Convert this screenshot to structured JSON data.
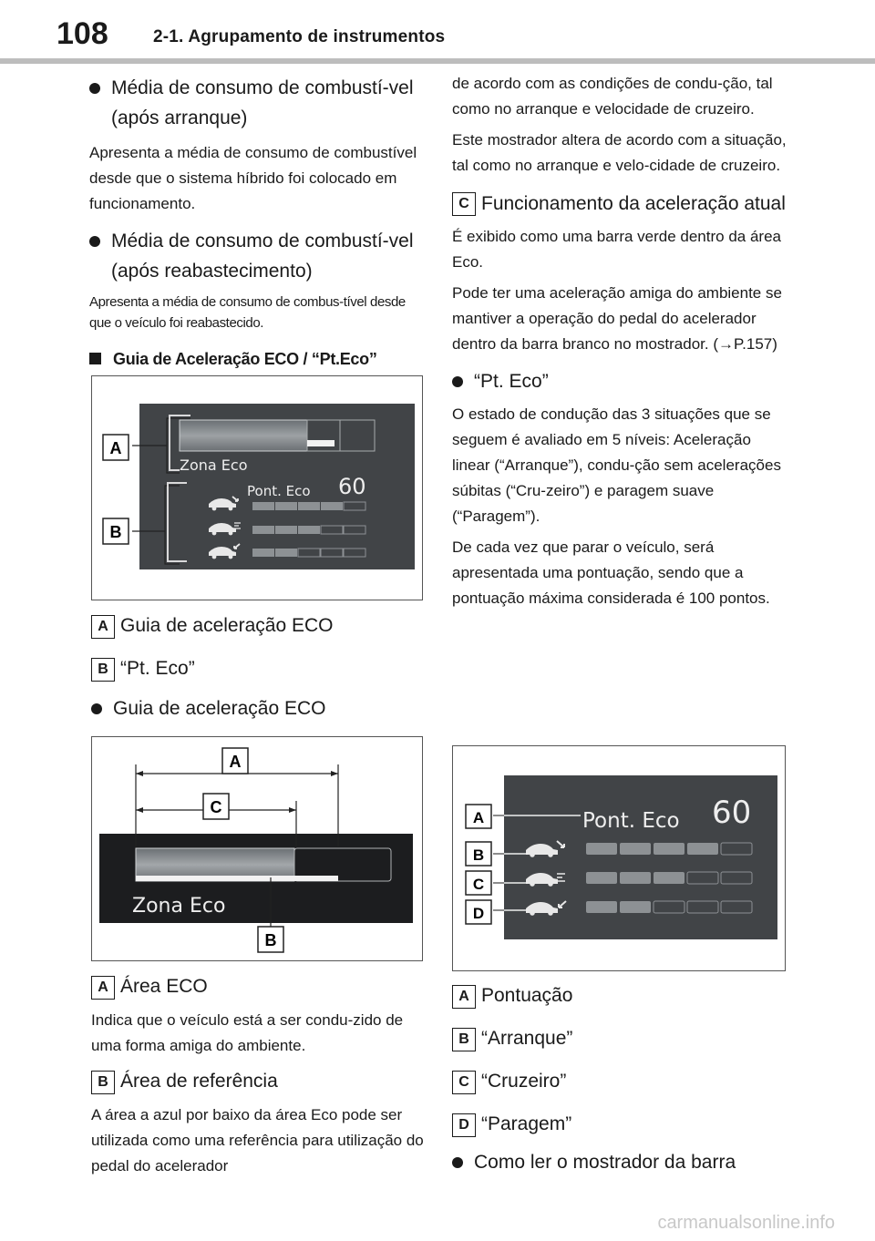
{
  "header": {
    "page_number": "108",
    "section": "2-1. Agrupamento de instrumentos"
  },
  "left": {
    "h1": "Média de consumo de combustí-vel (após arranque)",
    "p1": "Apresenta a média de consumo de combustível desde que o sistema híbrido foi colocado em funcionamento.",
    "h2": "Média de consumo de combustí-vel (após reabastecimento)",
    "p2": "Apresenta a média de consumo de combus-tível desde que o veículo foi reabastecido.",
    "h3": "Guia de Aceleração ECO / “Pt.Eco”",
    "fig1": {
      "zona": "Zona Eco",
      "pont": "Pont. Eco",
      "score": "60",
      "callout_a": "A",
      "callout_b": "B"
    },
    "legend1": [
      {
        "key": "A",
        "text": "Guia de aceleração ECO"
      },
      {
        "key": "B",
        "text": "“Pt. Eco”"
      }
    ],
    "h4": "Guia de aceleração ECO",
    "fig2": {
      "zona": "Zona Eco",
      "callout_a": "A",
      "callout_b": "B",
      "callout_c": "C"
    },
    "legend2a": {
      "key": "A",
      "text": "Área ECO"
    },
    "p3": "Indica que o veículo está a ser condu-zido de uma forma amiga do ambiente.",
    "legend2b": {
      "key": "B",
      "text": "Área de referência"
    },
    "p4": "A área a azul por baixo da área Eco pode ser utilizada como uma referência para utilização do pedal do acelerador"
  },
  "right": {
    "p1": "de acordo com as condições de condu-ção, tal como no arranque e velocidade de cruzeiro.",
    "p2": "Este mostrador altera de acordo com a situação, tal como no arranque e velo-cidade de cruzeiro.",
    "legendC": {
      "key": "C",
      "text": "Funcionamento da aceleração atual"
    },
    "p3": "É exibido como uma barra verde dentro da área Eco.",
    "p4": "Pode ter uma aceleração amiga do ambiente se mantiver a operação do pedal do acelerador dentro da barra branco no mostrador. (→P.157)",
    "h1": "“Pt. Eco”",
    "p5": "O estado de condução das 3 situações que se seguem é avaliado em 5 níveis: Aceleração linear (“Arranque”), condu-ção sem acelerações súbitas (“Cru-zeiro”) e paragem suave (“Paragem”).",
    "p6": "De cada vez que parar o veículo, será apresentada uma pontuação, sendo que a pontuação máxima considerada é 100 pontos.",
    "fig3": {
      "pont": "Pont. Eco",
      "score": "60",
      "callout_a": "A",
      "callout_b": "B",
      "callout_c": "C",
      "callout_d": "D"
    },
    "legend3": [
      {
        "key": "A",
        "text": "Pontuação"
      },
      {
        "key": "B",
        "text": "“Arranque”"
      },
      {
        "key": "C",
        "text": "“Cruzeiro”"
      },
      {
        "key": "D",
        "text": "“Paragem”"
      }
    ],
    "h2": "Como ler o mostrador da barra"
  },
  "watermark": "carmanualsonline.info"
}
